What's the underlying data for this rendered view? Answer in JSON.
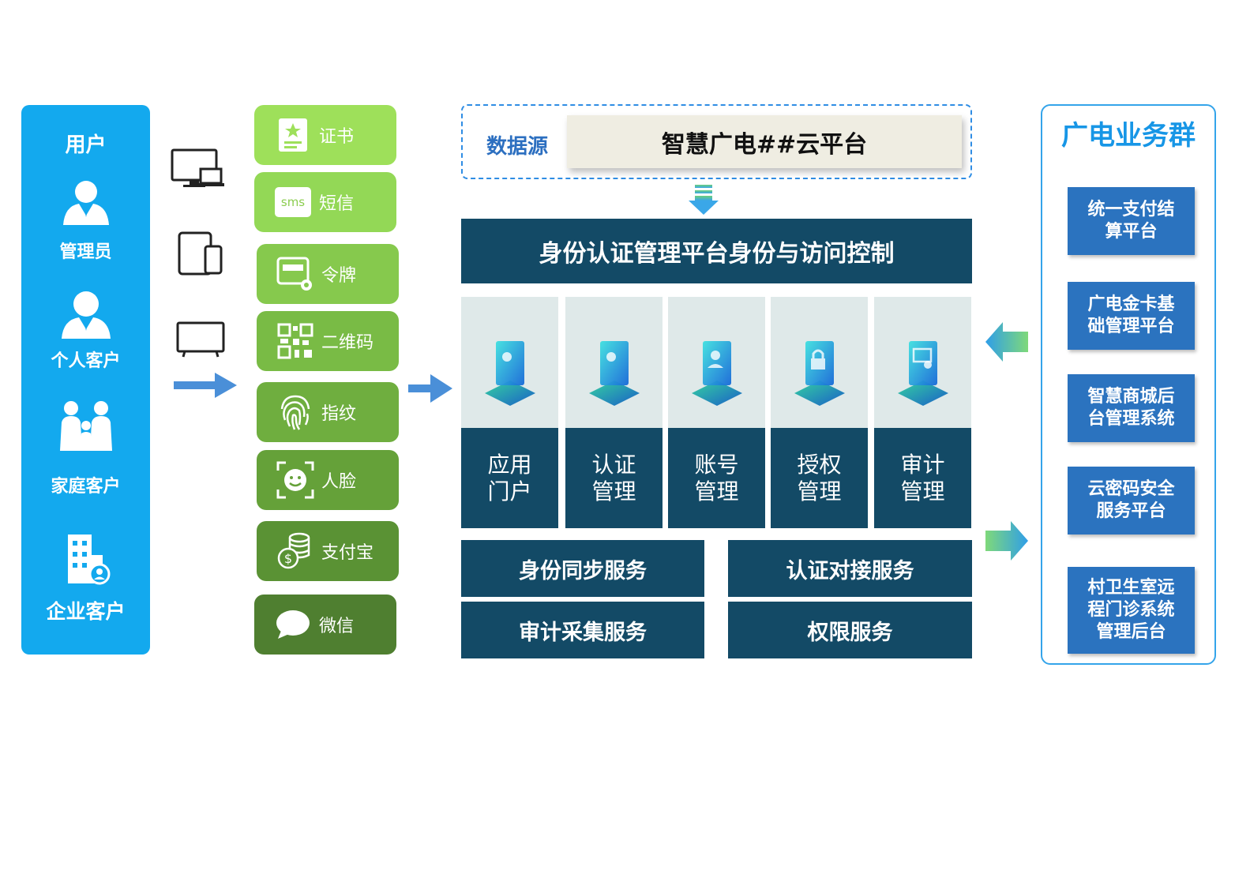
{
  "users": {
    "title": "用户",
    "items": [
      "管理员",
      "个人客户",
      "家庭客户",
      "企业客户"
    ]
  },
  "auth_methods": [
    "证书",
    "短信",
    "令牌",
    "二维码",
    "指纹",
    "人脸",
    "支付宝",
    "微信"
  ],
  "sms_icon_text": "sms",
  "datasource": {
    "label": "数据源",
    "cloud": "智慧广电##云平台"
  },
  "platform": {
    "title": "身份认证管理平台身份与访问控制",
    "modules": [
      "应用\n门户",
      "认证\n管理",
      "账号\n管理",
      "授权\n管理",
      "审计\n管理"
    ],
    "services": [
      "身份同步服务",
      "认证对接服务",
      "审计采集服务",
      "权限服务"
    ]
  },
  "business": {
    "title": "广电业务群",
    "items": [
      "统一支付结\n算平台",
      "广电金卡基\n础管理平台",
      "智慧商城后\n台管理系统",
      "云密码安全\n服务平台",
      "村卫生室远\n程门诊系统\n管理后台"
    ]
  },
  "colors": {
    "users_bg": "#13a9ee",
    "navy": "#134a66",
    "biz_blue": "#2b73bf",
    "auth_green_light": "#9ee05a",
    "auth_green_dark": "#4f7f30"
  }
}
